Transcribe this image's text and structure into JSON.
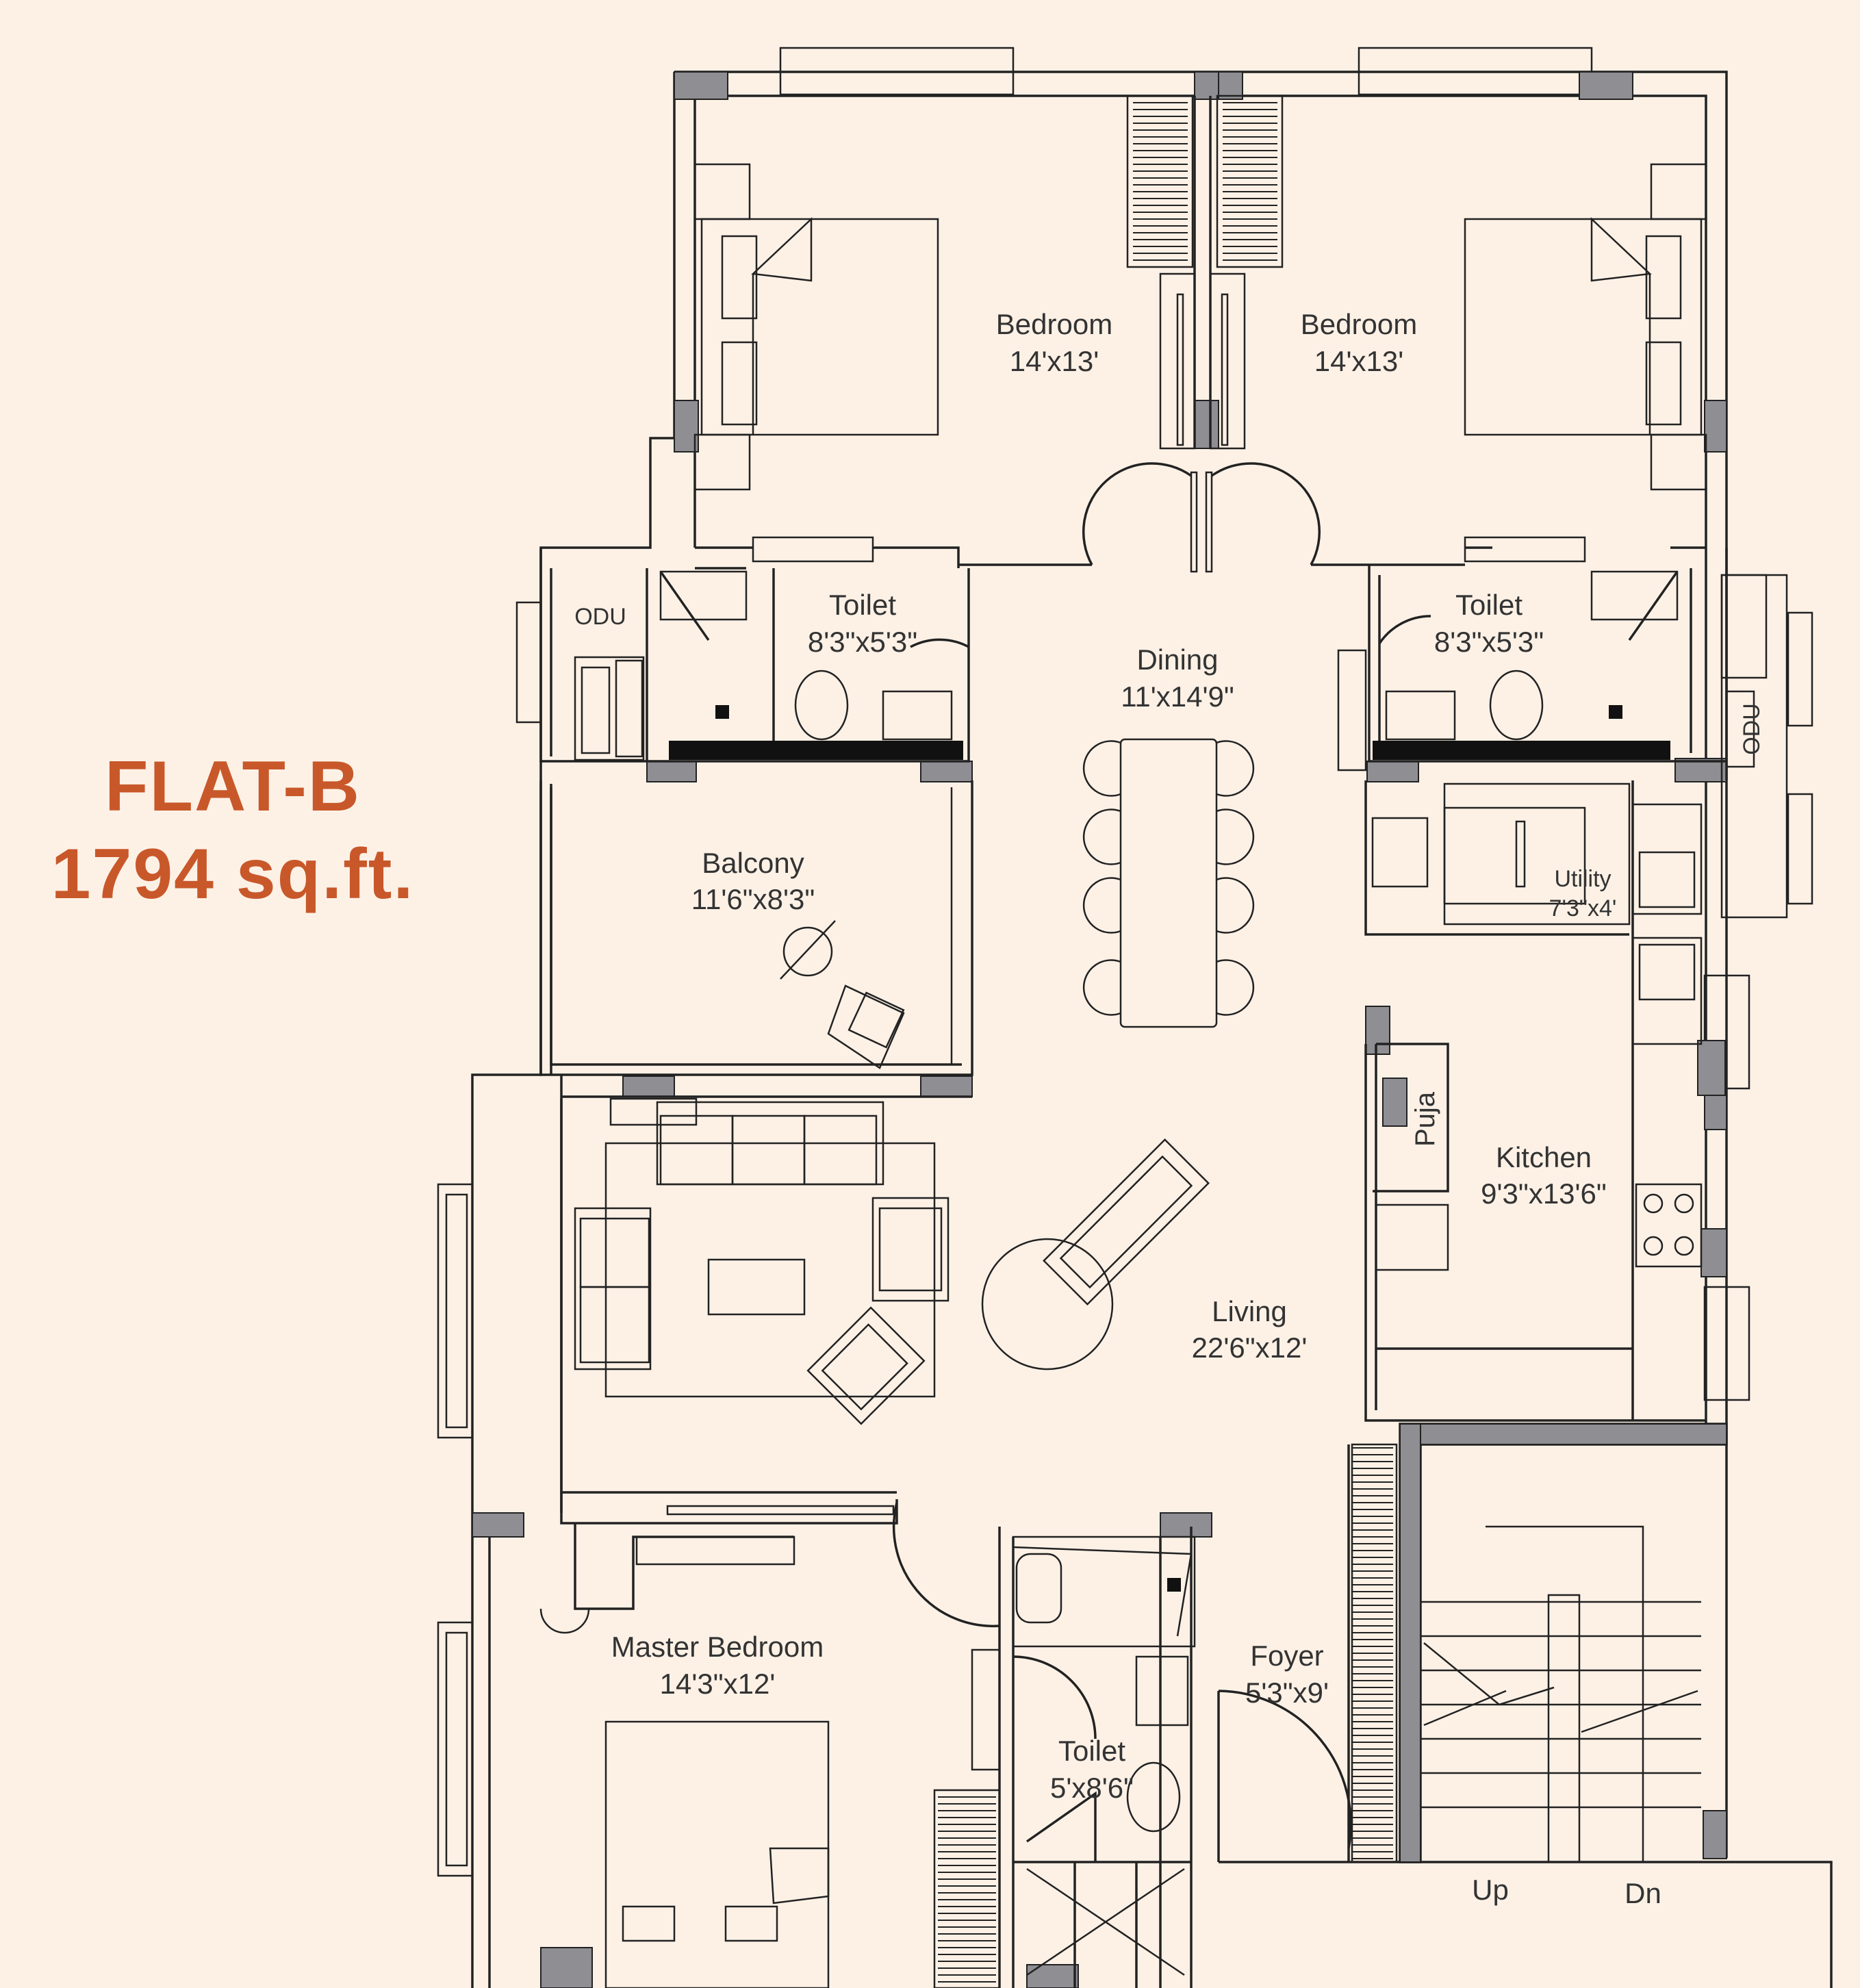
{
  "flat": {
    "name": "FLAT-B",
    "area": "1794 sq.ft."
  },
  "rooms": {
    "bedroom_left": {
      "name": "Bedroom",
      "size": "14'x13'"
    },
    "bedroom_right": {
      "name": "Bedroom",
      "size": "14'x13'"
    },
    "toilet_left": {
      "name": "Toilet",
      "size": "8'3\"x5'3\""
    },
    "toilet_right": {
      "name": "Toilet",
      "size": "8'3\"x5'3\""
    },
    "odu_left": {
      "name": "ODU"
    },
    "odu_right": {
      "name": "ODU"
    },
    "dining": {
      "name": "Dining",
      "size": "11'x14'9\""
    },
    "balcony": {
      "name": "Balcony",
      "size": "11'6\"x8'3\""
    },
    "utility": {
      "name": "Utility",
      "size": "7'3\"x4'"
    },
    "puja": {
      "name": "Puja"
    },
    "kitchen": {
      "name": "Kitchen",
      "size": "9'3\"x13'6\""
    },
    "living": {
      "name": "Living",
      "size": "22'6\"x12'"
    },
    "master_bedroom": {
      "name": "Master Bedroom",
      "size": "14'3\"x12'"
    },
    "toilet_master": {
      "name": "Toilet",
      "size": "5'x8'6\""
    },
    "foyer": {
      "name": "Foyer",
      "size": "5'3\"x9'"
    }
  },
  "stairs": {
    "up": "Up",
    "down": "Dn"
  },
  "colors": {
    "title": "#c8582a",
    "background": "#fdf1e6",
    "column_fill": "#8e8e93",
    "line": "#222222"
  }
}
